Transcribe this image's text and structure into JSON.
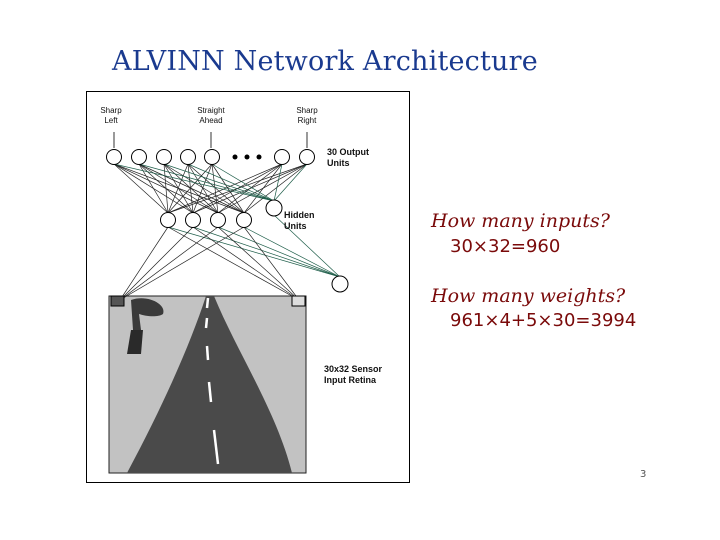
{
  "slide": {
    "title": "ALVINN Network Architecture",
    "page_number": "3"
  },
  "figure": {
    "output_labels": {
      "sharp_left": [
        "Sharp",
        "Left"
      ],
      "straight_ahead": [
        "Straight",
        "Ahead"
      ],
      "sharp_right": [
        "Sharp",
        "Right"
      ]
    },
    "output_units_label": [
      "30 Output",
      "Units"
    ],
    "hidden_units_label": [
      "Hidden",
      "Units"
    ],
    "sensor_label": [
      "30x32 Sensor",
      "Input Retina"
    ]
  },
  "questions": [
    {
      "question": "How many inputs?",
      "answer": "30×32=960"
    },
    {
      "question": "How many weights?",
      "answer": "961×4+5×30=3994"
    }
  ]
}
